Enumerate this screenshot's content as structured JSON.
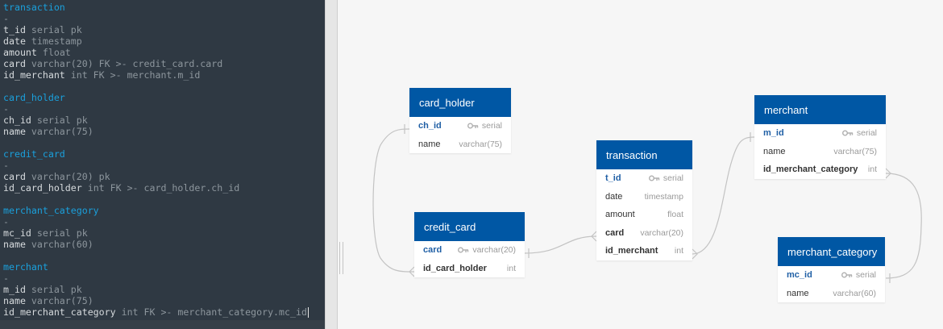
{
  "editor": {
    "lines": [
      {
        "kind": "name",
        "text": "transaction"
      },
      {
        "kind": "dash",
        "text": "-"
      },
      {
        "kind": "col",
        "col": "t_id",
        "type": "serial pk"
      },
      {
        "kind": "col",
        "col": "date",
        "type": "timestamp"
      },
      {
        "kind": "col",
        "col": "amount",
        "type": "float"
      },
      {
        "kind": "col",
        "col": "card",
        "type": "varchar(20) FK >- credit_card.card"
      },
      {
        "kind": "col",
        "col": "id_merchant",
        "type": "int FK >- merchant.m_id"
      },
      {
        "kind": "blank",
        "text": ""
      },
      {
        "kind": "name",
        "text": "card_holder"
      },
      {
        "kind": "dash",
        "text": "-"
      },
      {
        "kind": "col",
        "col": "ch_id",
        "type": "serial pk"
      },
      {
        "kind": "col",
        "col": "name",
        "type": "varchar(75)"
      },
      {
        "kind": "blank",
        "text": ""
      },
      {
        "kind": "name",
        "text": "credit_card"
      },
      {
        "kind": "dash",
        "text": "-"
      },
      {
        "kind": "col",
        "col": "card",
        "type": "varchar(20) pk"
      },
      {
        "kind": "col",
        "col": "id_card_holder",
        "type": "int FK >- card_holder.ch_id"
      },
      {
        "kind": "blank",
        "text": ""
      },
      {
        "kind": "name",
        "text": "merchant_category"
      },
      {
        "kind": "dash",
        "text": "-"
      },
      {
        "kind": "col",
        "col": "mc_id",
        "type": "serial pk"
      },
      {
        "kind": "col",
        "col": "name",
        "type": "varchar(60)"
      },
      {
        "kind": "blank",
        "text": ""
      },
      {
        "kind": "name",
        "text": "merchant"
      },
      {
        "kind": "dash",
        "text": "-"
      },
      {
        "kind": "col",
        "col": "m_id",
        "type": "serial pk"
      },
      {
        "kind": "col",
        "col": "name",
        "type": "varchar(75)"
      },
      {
        "kind": "col",
        "col": "id_merchant_category",
        "type": "int FK >- merchant_category.mc_id"
      }
    ]
  },
  "diagram": {
    "tables": {
      "card_holder": {
        "title": "card_holder",
        "rows": [
          {
            "name": "ch_id",
            "type": "serial",
            "pk": true
          },
          {
            "name": "name",
            "type": "varchar(75)"
          }
        ]
      },
      "credit_card": {
        "title": "credit_card",
        "rows": [
          {
            "name": "card",
            "type": "varchar(20)",
            "pk": true
          },
          {
            "name": "id_card_holder",
            "type": "int",
            "fk": true
          }
        ]
      },
      "transaction": {
        "title": "transaction",
        "rows": [
          {
            "name": "t_id",
            "type": "serial",
            "pk": true
          },
          {
            "name": "date",
            "type": "timestamp"
          },
          {
            "name": "amount",
            "type": "float"
          },
          {
            "name": "card",
            "type": "varchar(20)",
            "fk": true
          },
          {
            "name": "id_merchant",
            "type": "int",
            "fk": true
          }
        ]
      },
      "merchant": {
        "title": "merchant",
        "rows": [
          {
            "name": "m_id",
            "type": "serial",
            "pk": true
          },
          {
            "name": "name",
            "type": "varchar(75)"
          },
          {
            "name": "id_merchant_category",
            "type": "int",
            "fk": true
          }
        ]
      },
      "merchant_category": {
        "title": "merchant_category",
        "rows": [
          {
            "name": "mc_id",
            "type": "serial",
            "pk": true
          },
          {
            "name": "name",
            "type": "varchar(60)"
          }
        ]
      }
    }
  }
}
